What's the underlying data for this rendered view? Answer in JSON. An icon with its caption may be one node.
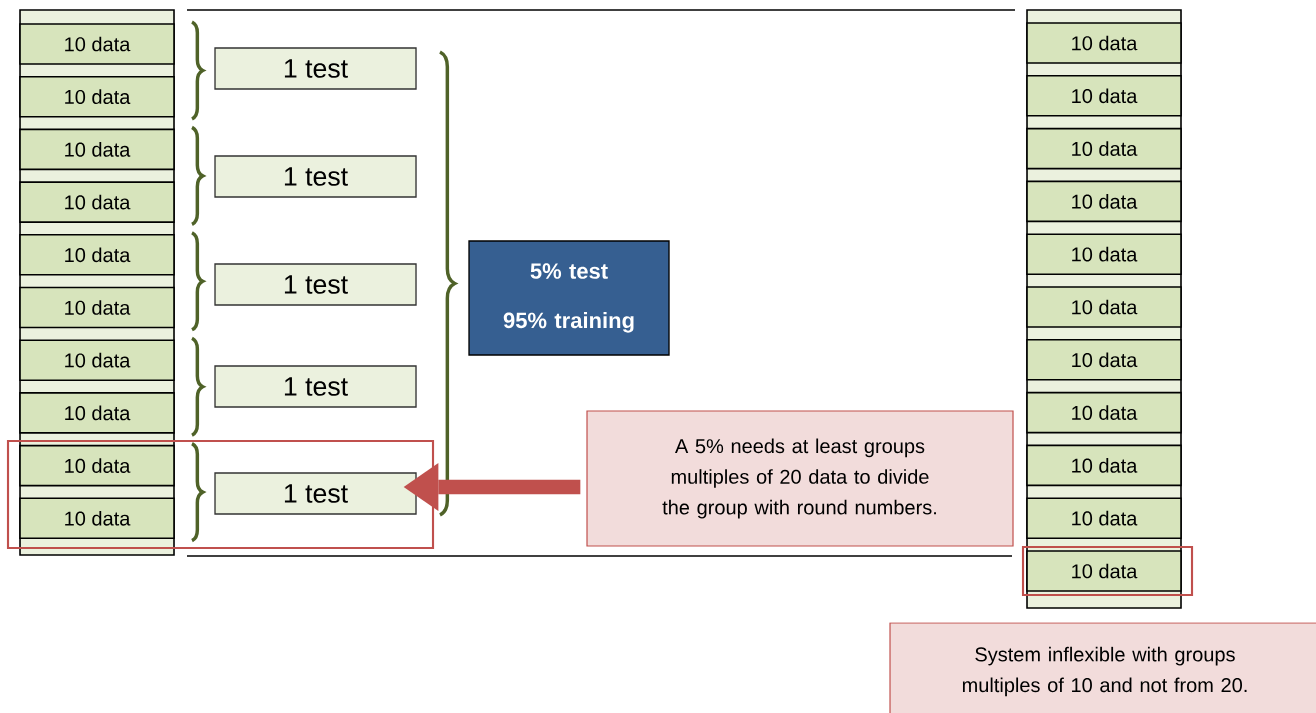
{
  "diagram": {
    "nodes": [
      {
        "text": [],
        "shape": "box"
      },
      {
        "text": [
          "10 data"
        ],
        "in": 0
      },
      {
        "text": [
          "10 data"
        ],
        "in": 0
      },
      {
        "text": [
          "10 data"
        ],
        "in": 0
      },
      {
        "text": [
          "10 data"
        ],
        "in": 0
      },
      {
        "text": [
          "10 data"
        ],
        "in": 0
      },
      {
        "text": [
          "10 data"
        ],
        "in": 0
      },
      {
        "text": [
          "10 data"
        ],
        "in": 0
      },
      {
        "text": [
          "10 data"
        ],
        "in": 0
      },
      {
        "text": [
          "10 data"
        ]
      },
      {
        "text": [
          "10 data"
        ]
      },
      {
        "text": [],
        "shape": "box"
      },
      {
        "text": [
          "1 test"
        ]
      },
      {
        "text": [
          "1 test"
        ]
      },
      {
        "text": [
          "1 test"
        ]
      },
      {
        "text": [
          "1 test"
        ]
      },
      {
        "text": [
          "1 test"
        ],
        "in": 11
      },
      {
        "text": [
          "5% test",
          "95% training"
        ]
      },
      {
        "text": [
          "A 5% needs at least groups multiples of 20 data to divide the group with round numbers."
        ]
      },
      {
        "text": [],
        "shape": "box"
      },
      {
        "text": [
          "10 data"
        ],
        "in": 19
      },
      {
        "text": [
          "10 data"
        ],
        "in": 19
      },
      {
        "text": [
          "10 data"
        ],
        "in": 19
      },
      {
        "text": [
          "10 data"
        ],
        "in": 19
      },
      {
        "text": [
          "10 data"
        ],
        "in": 19
      },
      {
        "text": [
          "10 data"
        ],
        "in": 19
      },
      {
        "text": [
          "10 data"
        ],
        "in": 19
      },
      {
        "text": [
          "10 data"
        ],
        "in": 19
      },
      {
        "text": [
          "10 data"
        ],
        "in": 19
      },
      {
        "text": [
          "10 data"
        ],
        "in": 19
      },
      {
        "text": [],
        "shape": "box"
      },
      {
        "text": [
          "10 data"
        ],
        "in": 30
      },
      {
        "text": [
          "System inflexible with groups multiples of 10 and not from 20."
        ]
      }
    ],
    "edges": [
      {
        "from": 18,
        "to": 11,
        "arrow": "to",
        "color": "#c0504d"
      }
    ]
  }
}
